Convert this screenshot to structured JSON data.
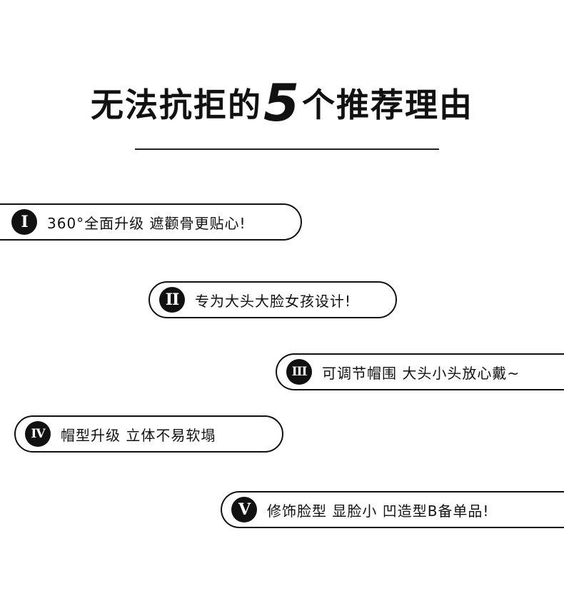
{
  "header": {
    "title_before": "无法抗拒的",
    "title_number": "5",
    "title_after": "个推荐理由"
  },
  "reasons": [
    {
      "numeral": "I",
      "text": "360°全面升级 遮颧骨更贴心!"
    },
    {
      "numeral": "II",
      "text": "专为大头大脸女孩设计!"
    },
    {
      "numeral": "III",
      "text": "可调节帽围 大头小头放心戴~"
    },
    {
      "numeral": "IV",
      "text": "帽型升级 立体不易软塌"
    },
    {
      "numeral": "V",
      "text": "修饰脸型 显脸小 凹造型B备单品!"
    }
  ]
}
